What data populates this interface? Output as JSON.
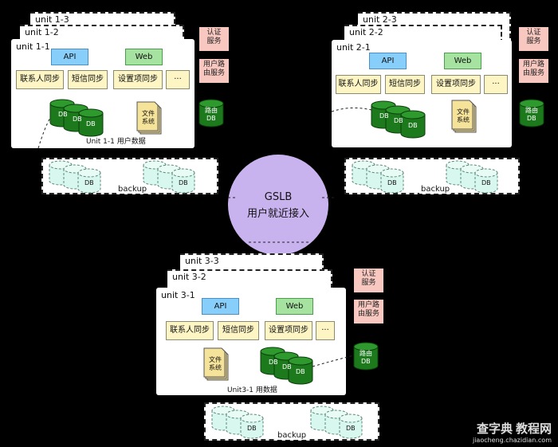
{
  "units": [
    {
      "back2": "unit 1-3",
      "back1": "unit 1-2",
      "main": "unit 1-1",
      "api": "API",
      "web": "Web",
      "sync": [
        "联系人同步",
        "短信同步",
        "设置项同步",
        "···"
      ],
      "db": "DB",
      "file": "文件\n系统",
      "caption": "Unit 1-1 用户数据",
      "auth": "认证\n服务",
      "router": "用户路\n由服务",
      "routerdb": "路由\nDB",
      "backup_db": "DB",
      "backup": "backup"
    },
    {
      "back2": "unit 2-3",
      "back1": "unit 2-2",
      "main": "unit 2-1",
      "api": "API",
      "web": "Web",
      "sync": [
        "联系人同步",
        "短信同步",
        "设置项同步",
        "···"
      ],
      "db": "DB",
      "file": "文件\n系统",
      "auth": "认证\n服务",
      "router": "用户路\n由服务",
      "routerdb": "路由\nDB",
      "backup_db": "DB",
      "backup": "backup"
    },
    {
      "back2": "unit 3-3",
      "back1": "unit 3-2",
      "main": "unit 3-1",
      "api": "API",
      "web": "Web",
      "sync": [
        "联系人同步",
        "短信同步",
        "设置项同步",
        "···"
      ],
      "db": "DB",
      "file": "文件\n系统",
      "caption": "Unit3-1 用数据",
      "auth": "认证\n服务",
      "router": "用户路\n由服务",
      "routerdb": "路由\nDB",
      "backup_db": "DB",
      "backup": "backup"
    }
  ],
  "gslb": {
    "title": "GSLB",
    "subtitle": "用户就近接入"
  },
  "watermark": {
    "brand": "查字典",
    "suffix": "教程网",
    "url": "jiaocheng.chazidian.com"
  },
  "colors": {
    "api": "#87cefa",
    "web": "#a6e3a1",
    "sync": "#fdf5c4",
    "service": "#f8c8c0",
    "db": "#1c7a1c",
    "backup_db": "#d8f7ee",
    "gslb": "#c9b3ef"
  }
}
